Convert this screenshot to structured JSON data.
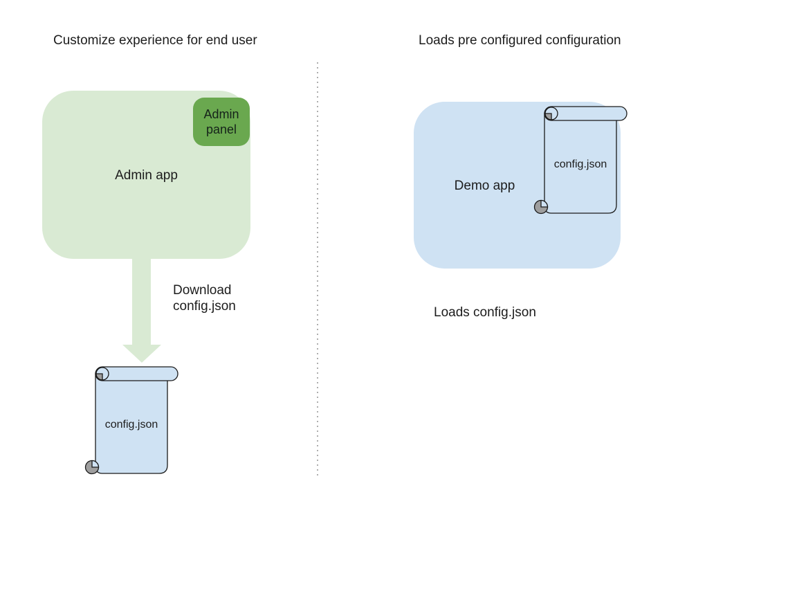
{
  "sections": {
    "left": {
      "title": "Customize experience for end user",
      "admin_app_label": "Admin app",
      "admin_panel_label": "Admin panel",
      "arrow_label": "Download\nconfig.json",
      "config_file_label": "config.json"
    },
    "right": {
      "title": "Loads pre configured configuration",
      "demo_app_label": "Demo app",
      "config_file_label": "config.json",
      "caption": "Loads config.json"
    }
  },
  "colors": {
    "light_green": "#d9ead3",
    "dark_green": "#6aa84f",
    "light_blue": "#cfe2f3",
    "curl_gray": "#9e9e9e",
    "shape_stroke": "#1a1a1a",
    "divider_gray": "#adadad",
    "text": "#1c1c1c"
  }
}
